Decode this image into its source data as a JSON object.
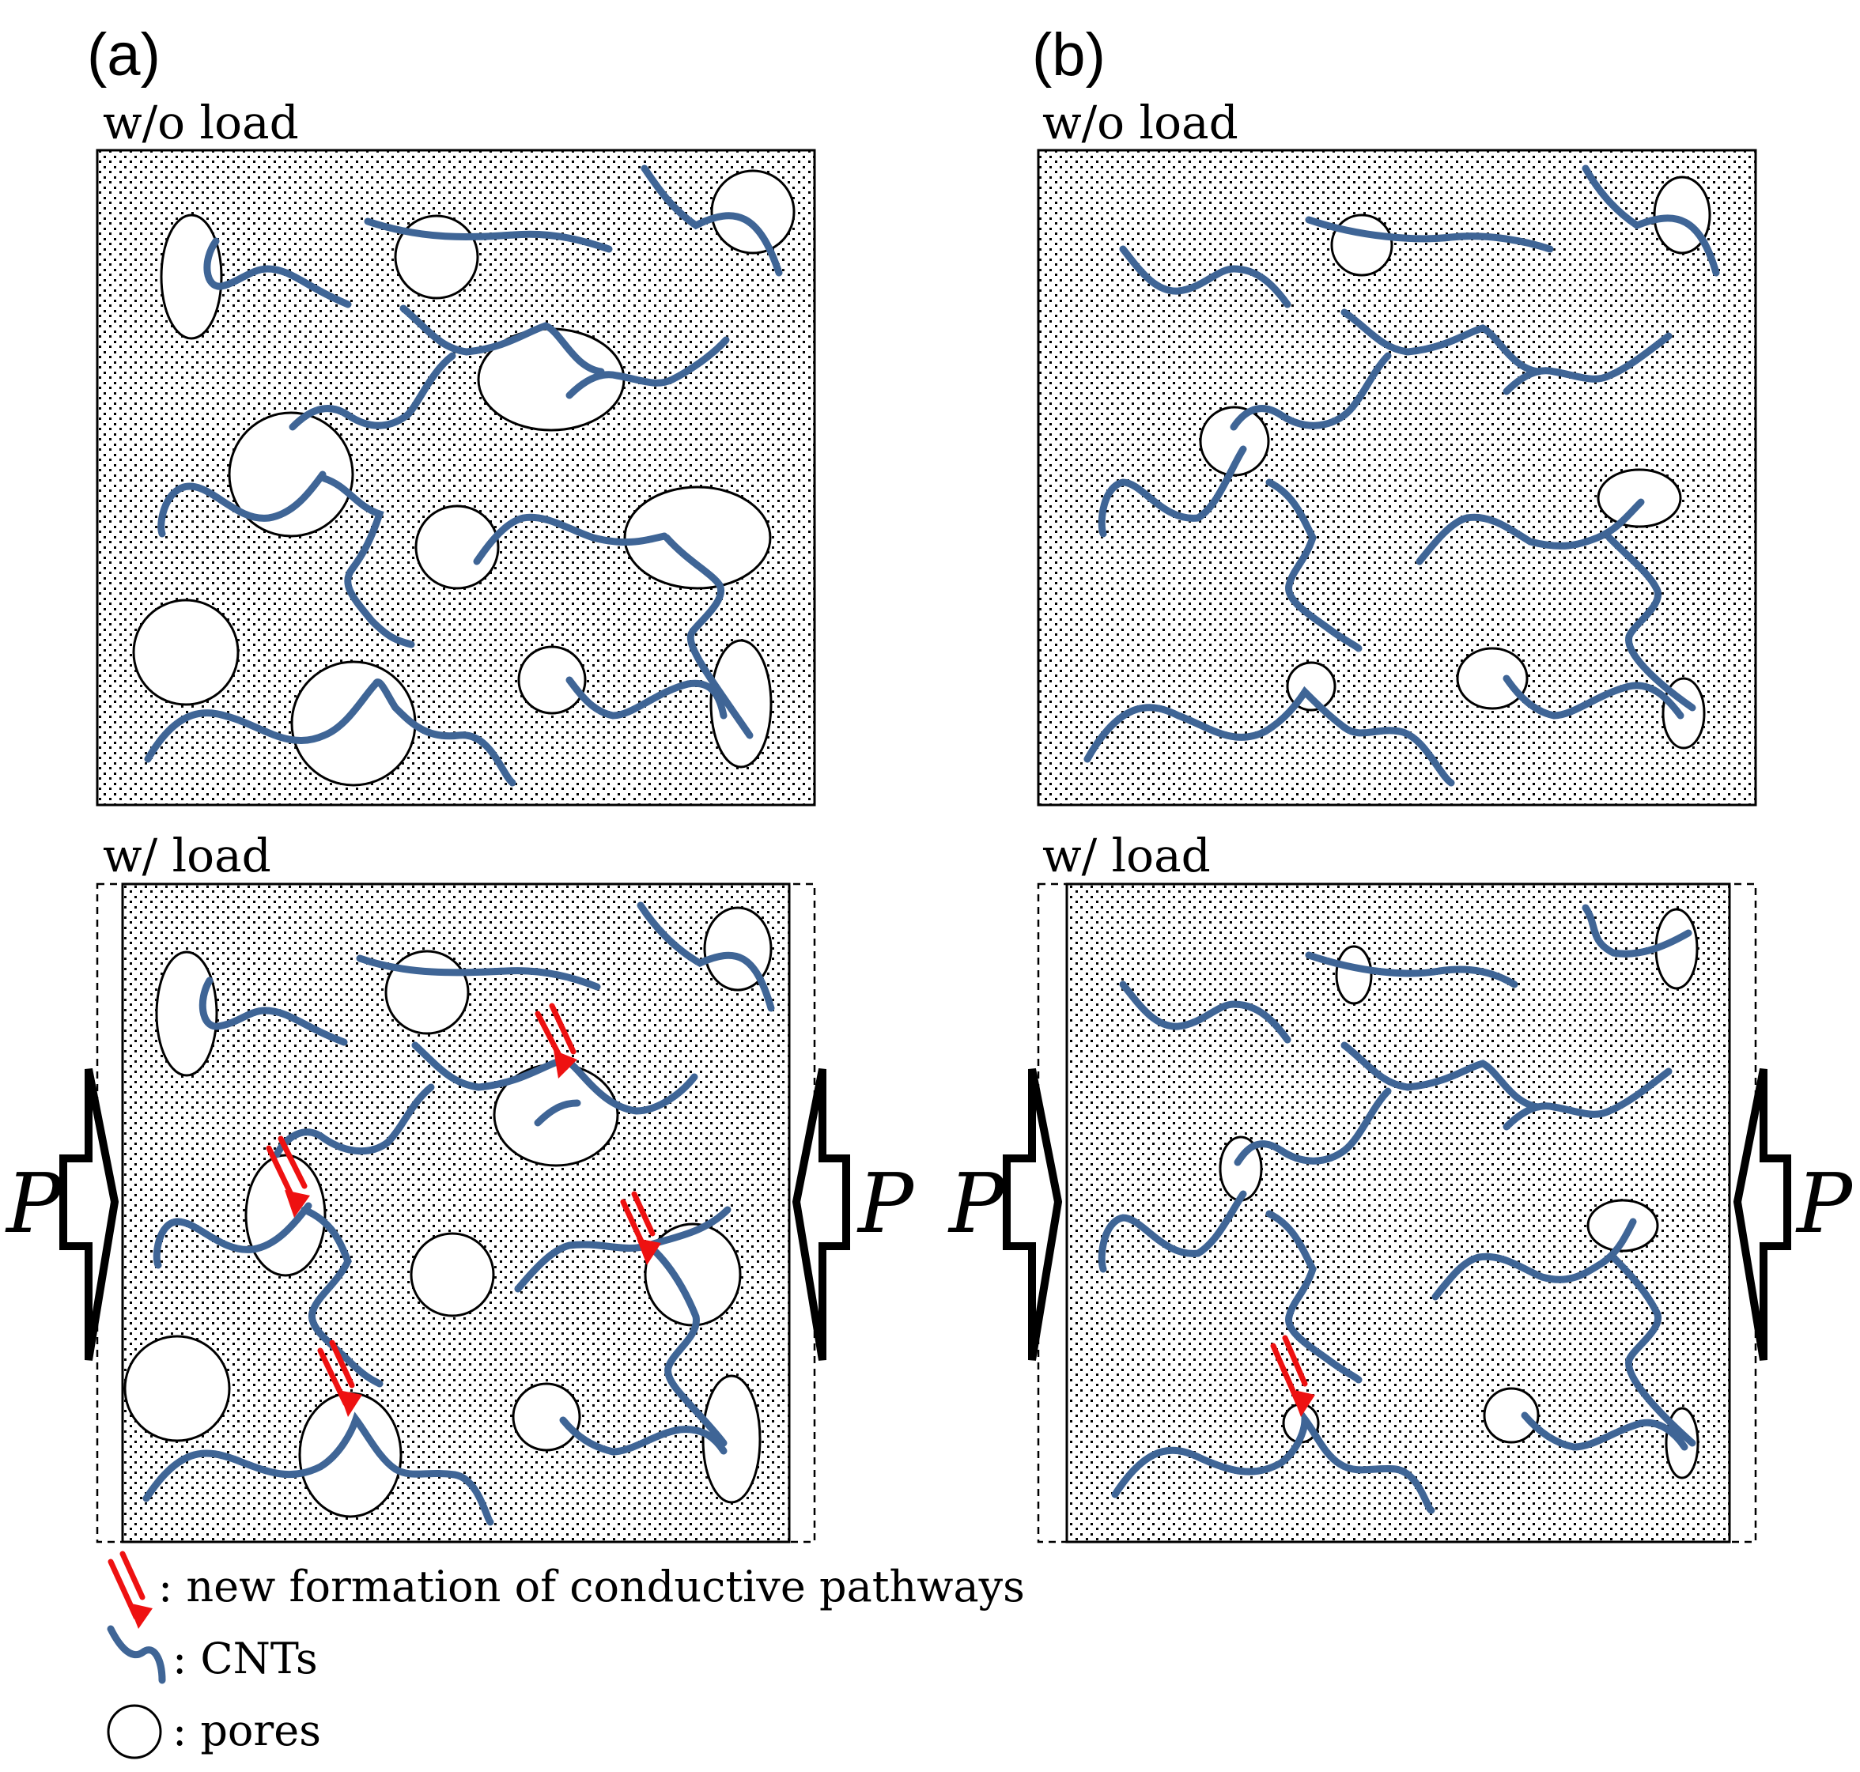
{
  "panels": {
    "a": {
      "label": "(a)",
      "top_label": "w/o load",
      "bottom_label": "w/ load",
      "force_left": "P",
      "force_right": "P"
    },
    "b": {
      "label": "(b)",
      "top_label": "w/o load",
      "bottom_label": "w/ load",
      "force_left": "P",
      "force_right": "P"
    }
  },
  "legend": [
    {
      "icon": "red-arrow-icon",
      "text": ": new formation of conductive pathways"
    },
    {
      "icon": "cnt-squiggle-icon",
      "text": ": CNTs"
    },
    {
      "icon": "pore-circle-icon",
      "text": ": pores"
    }
  ],
  "colors": {
    "cnt": "#3f6596",
    "arrow": "#ee1111",
    "matrix_dot": "#000000",
    "outline": "#000000"
  }
}
